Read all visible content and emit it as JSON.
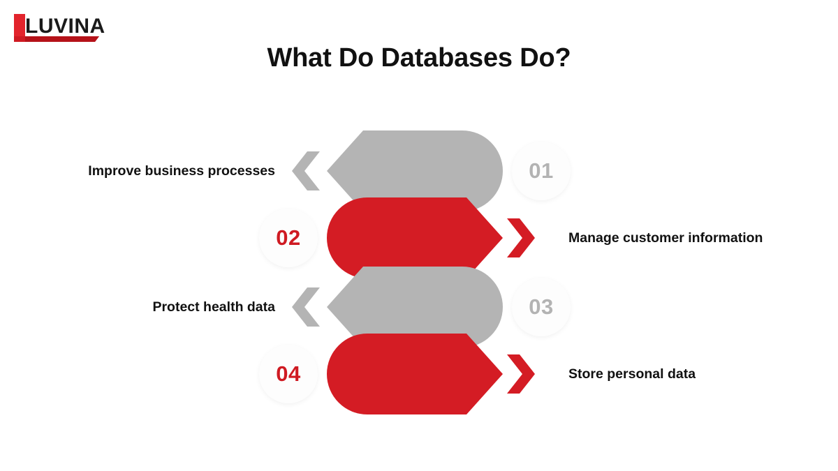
{
  "brand": {
    "name": "LUVINA",
    "logo_icon": "luvina-l-mark",
    "accent_color": "#CF1A22"
  },
  "header": {
    "title": "What Do Databases Do?"
  },
  "colors": {
    "red": "#D41C24",
    "gray": "#B4B4B4",
    "text": "#111111",
    "badge_gray": "#B3B3B3",
    "badge_red": "#CF1A22",
    "background": "#FFFFFF"
  },
  "diagram": {
    "type": "process-list",
    "rows": [
      {
        "number": "01",
        "label": "Improve business processes",
        "color": "gray",
        "direction": "left",
        "arrow_icon": "chevron-left-icon"
      },
      {
        "number": "02",
        "label": "Manage customer information",
        "color": "red",
        "direction": "right",
        "arrow_icon": "chevron-right-icon"
      },
      {
        "number": "03",
        "label": "Protect health data",
        "color": "gray",
        "direction": "left",
        "arrow_icon": "chevron-left-icon"
      },
      {
        "number": "04",
        "label": "Store personal data",
        "color": "red",
        "direction": "right",
        "arrow_icon": "chevron-right-icon"
      }
    ]
  }
}
